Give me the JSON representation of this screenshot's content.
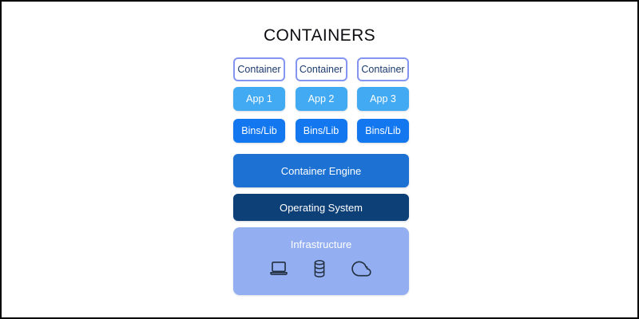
{
  "title": "CONTAINERS",
  "colors": {
    "page_bg": "#ffffff",
    "frame_border": "#000000",
    "title_color": "#0d0d12",
    "container_bg": "#ffffff",
    "container_border": "#8394f1",
    "container_text": "#1c3a6e",
    "app_bg": "#41aaf2",
    "bins_bg": "#1377f0",
    "engine_bg": "#1c71d3",
    "os_bg": "#0e4078",
    "infra_bg": "#93aff2",
    "white_text": "#ffffff",
    "icon_stroke": "#222f3f"
  },
  "container_row": {
    "items": [
      "Container",
      "Container",
      "Container"
    ]
  },
  "app_row": {
    "items": [
      "App 1",
      "App 2",
      "App 3"
    ]
  },
  "bins_row": {
    "items": [
      "Bins/Lib",
      "Bins/Lib",
      "Bins/Lib"
    ]
  },
  "engine": {
    "label": "Container Engine"
  },
  "os": {
    "label": "Operating System"
  },
  "infrastructure": {
    "label": "Infrastructure",
    "icons": [
      "laptop-icon",
      "database-icon",
      "cloud-icon"
    ]
  }
}
